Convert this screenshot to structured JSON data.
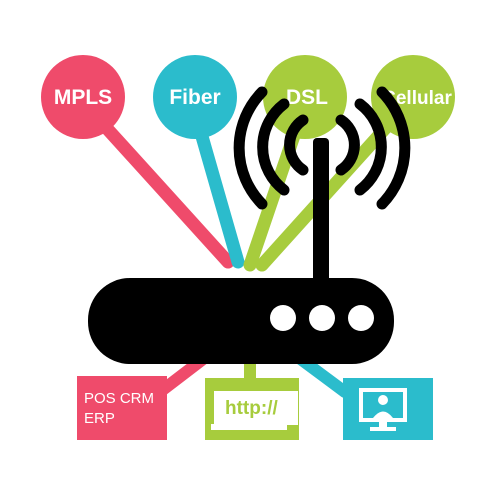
{
  "colors": {
    "mpls": "#ef4b6b",
    "fiber": "#2bbccc",
    "dsl": "#a7cc3d",
    "cellular": "#a7cc3d",
    "router": "#000000",
    "background": "#ffffff"
  },
  "connections": [
    {
      "label": "MPLS",
      "color": "#ef4b6b"
    },
    {
      "label": "Fiber",
      "color": "#2bbccc"
    },
    {
      "label": "DSL",
      "color": "#a7cc3d"
    },
    {
      "label": "Cellular",
      "color": "#a7cc3d"
    }
  ],
  "apps": {
    "business": {
      "line1": "POS CRM",
      "line2": "ERP"
    },
    "web": {
      "text": "http://"
    },
    "video": {
      "icon": "user-monitor-icon"
    }
  },
  "router": {
    "icon": "router-icon",
    "antenna_icon": "wifi-signal-icon"
  }
}
